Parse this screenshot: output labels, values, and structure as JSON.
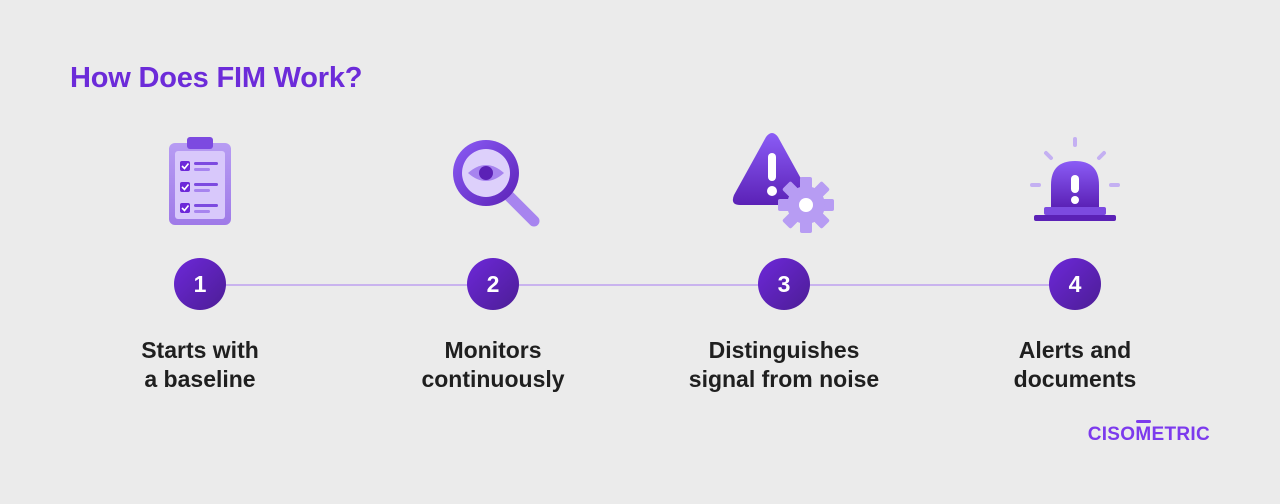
{
  "title": "How Does FIM Work?",
  "steps": [
    {
      "number": "1",
      "line1": "Starts with",
      "line2": "a baseline",
      "icon": "clipboard-checklist-icon"
    },
    {
      "number": "2",
      "line1": "Monitors",
      "line2": "continuously",
      "icon": "magnifier-eye-icon"
    },
    {
      "number": "3",
      "line1": "Distinguishes",
      "line2": "signal from noise",
      "icon": "warning-gear-icon"
    },
    {
      "number": "4",
      "line1": "Alerts and",
      "line2": "documents",
      "icon": "alarm-siren-icon"
    }
  ],
  "brand": {
    "part1": "CISO",
    "part2": "M",
    "part3": "ETRIC"
  },
  "colors": {
    "accent": "#6c2bd9",
    "dark_purple": "#4c1d95",
    "light_purple": "#c4b0f2",
    "background": "#ebebeb",
    "text": "#1f1f1f"
  }
}
